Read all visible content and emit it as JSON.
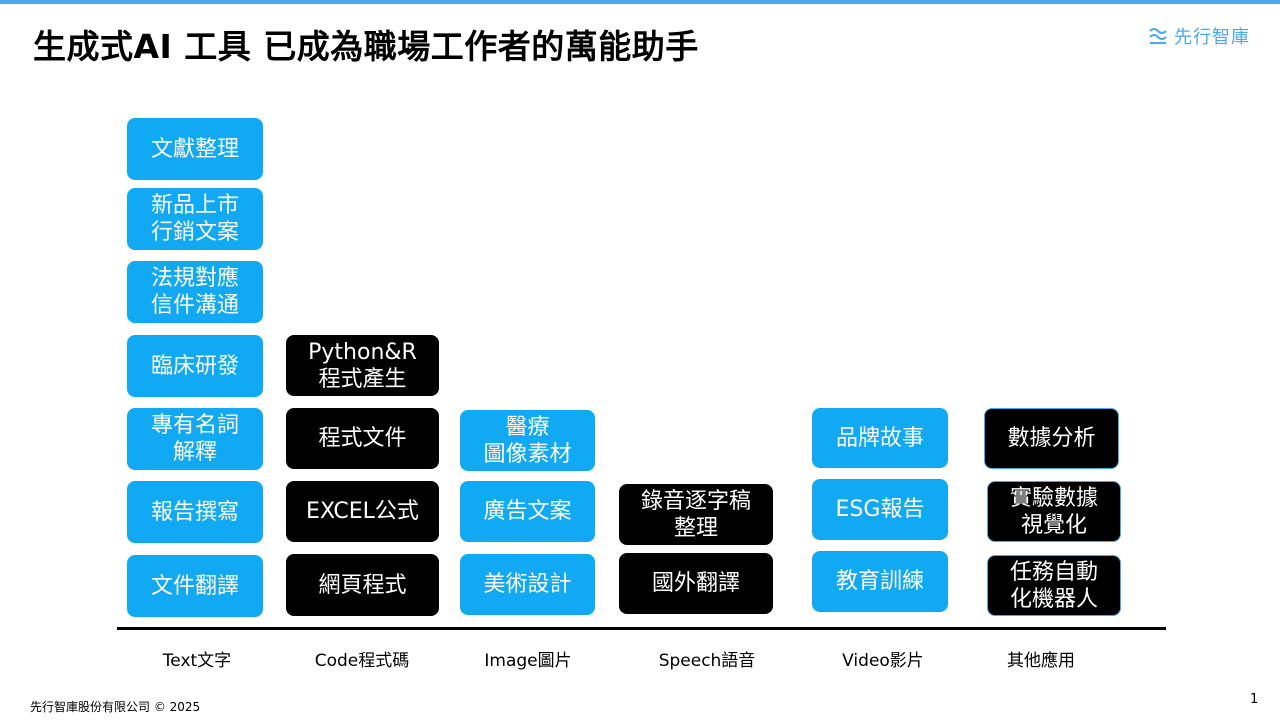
{
  "title": "生成式AI 工具 已成為職場工作者的萬能助手",
  "logo": {
    "text": "先行智庫",
    "icon": "logo-waves-icon",
    "color": "#4aa8ec"
  },
  "colors": {
    "blue": "#12a9f4",
    "black": "#000000",
    "accent": "#4aa8ec"
  },
  "columns": [
    {
      "label": "Text文字",
      "items": [
        {
          "text": "文獻整理",
          "style": "blue"
        },
        {
          "text": "新品上市\n行銷文案",
          "style": "blue"
        },
        {
          "text": "法規對應\n信件溝通",
          "style": "blue"
        },
        {
          "text": "臨床研發",
          "style": "blue"
        },
        {
          "text": "專有名詞\n解釋",
          "style": "blue"
        },
        {
          "text": "報告撰寫",
          "style": "blue"
        },
        {
          "text": "文件翻譯",
          "style": "blue"
        }
      ]
    },
    {
      "label": "Code程式碼",
      "items": [
        {
          "text": "Python&R\n程式產生",
          "style": "black"
        },
        {
          "text": "程式文件",
          "style": "black"
        },
        {
          "text": "EXCEL公式",
          "style": "black"
        },
        {
          "text": "網頁程式",
          "style": "black"
        }
      ]
    },
    {
      "label": "Image圖片",
      "items": [
        {
          "text": "醫療\n圖像素材",
          "style": "blue"
        },
        {
          "text": "廣告文案",
          "style": "blue"
        },
        {
          "text": "美術設計",
          "style": "blue"
        }
      ]
    },
    {
      "label": "Speech語音",
      "items": [
        {
          "text": "錄音逐字稿\n整理",
          "style": "black"
        },
        {
          "text": "國外翻譯",
          "style": "black"
        }
      ]
    },
    {
      "label": "Video影片",
      "items": [
        {
          "text": "品牌故事",
          "style": "blue"
        },
        {
          "text": "ESG報告",
          "style": "blue"
        },
        {
          "text": "教育訓練",
          "style": "blue"
        }
      ]
    },
    {
      "label": "其他應用",
      "items": [
        {
          "text": "數據分析",
          "style": "black-outlined"
        },
        {
          "text": "實驗數據\n視覺化",
          "style": "black-outlined"
        },
        {
          "text": "任務自動\n化機器人",
          "style": "black-outlined"
        }
      ]
    }
  ],
  "footer": "先行智庫股份有限公司 © 2025",
  "page_number": "1"
}
